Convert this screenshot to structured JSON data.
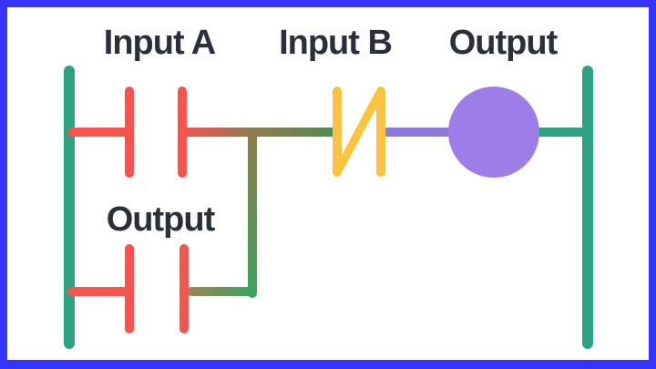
{
  "diagram": {
    "type": "ladder-logic",
    "labels": {
      "input_a": "Input A",
      "input_b": "Input B",
      "output": "Output",
      "branch_output": "Output"
    },
    "components": [
      {
        "name": "left-power-rail",
        "type": "power-rail"
      },
      {
        "name": "contact-input-a",
        "type": "normally-open-contact",
        "label": "Input A"
      },
      {
        "name": "contact-input-b",
        "type": "normally-closed-contact",
        "label": "Input B"
      },
      {
        "name": "output-coil",
        "type": "output-coil",
        "label": "Output"
      },
      {
        "name": "contact-output-branch",
        "type": "normally-open-contact",
        "label": "Output",
        "note": "parallel seal-in branch"
      },
      {
        "name": "right-power-rail",
        "type": "power-rail"
      }
    ]
  },
  "colors": {
    "border": "#3434fb",
    "background": "#ffffff",
    "text": "#2b2f38",
    "rail": "#2ea183",
    "contact_no": "#f8544f",
    "contact_nc": "#fcc33c",
    "coil": "#9e7de6",
    "wire_purple": "#8c7ad3",
    "wire_olive": "#8f7a4e",
    "wire_tan": "#9f8356",
    "wire_green": "#3ca35e",
    "wire_green_dark": "#4f8b51"
  }
}
